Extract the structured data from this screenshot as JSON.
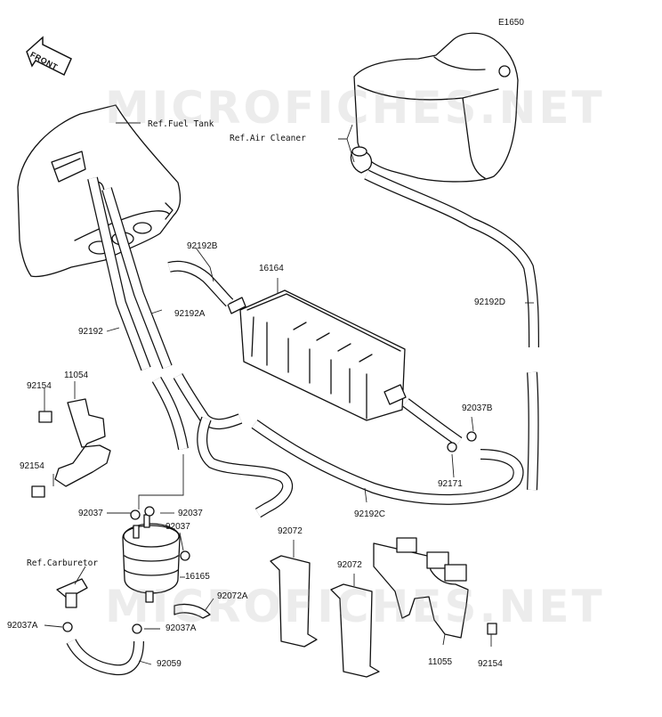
{
  "diagram": {
    "figure_code": "E1650",
    "front_label": "FRONT",
    "watermark": "MICROFICHES.NET",
    "references": {
      "fuel_tank": "Ref.Fuel Tank",
      "air_cleaner": "Ref.Air Cleaner",
      "carburetor": "Ref.Carburetor"
    },
    "part_labels": {
      "p16164": "16164",
      "p92192B": "92192B",
      "p92192A": "92192A",
      "p92192": "92192",
      "p92192D": "92192D",
      "p11054": "11054",
      "p92154_a": "92154",
      "p92154_b": "92154",
      "p92037B": "92037B",
      "p92171": "92171",
      "p92192C": "92192C",
      "p92037_l": "92037",
      "p92037_r": "92037",
      "p92037_m": "92037",
      "p16165": "16165",
      "p92072A": "92072A",
      "p92037A_r": "92037A",
      "p92037A_l": "92037A",
      "p92059": "92059",
      "p92072_a": "92072",
      "p92072_b": "92072",
      "p11055": "11055",
      "p92154_c": "92154"
    }
  }
}
